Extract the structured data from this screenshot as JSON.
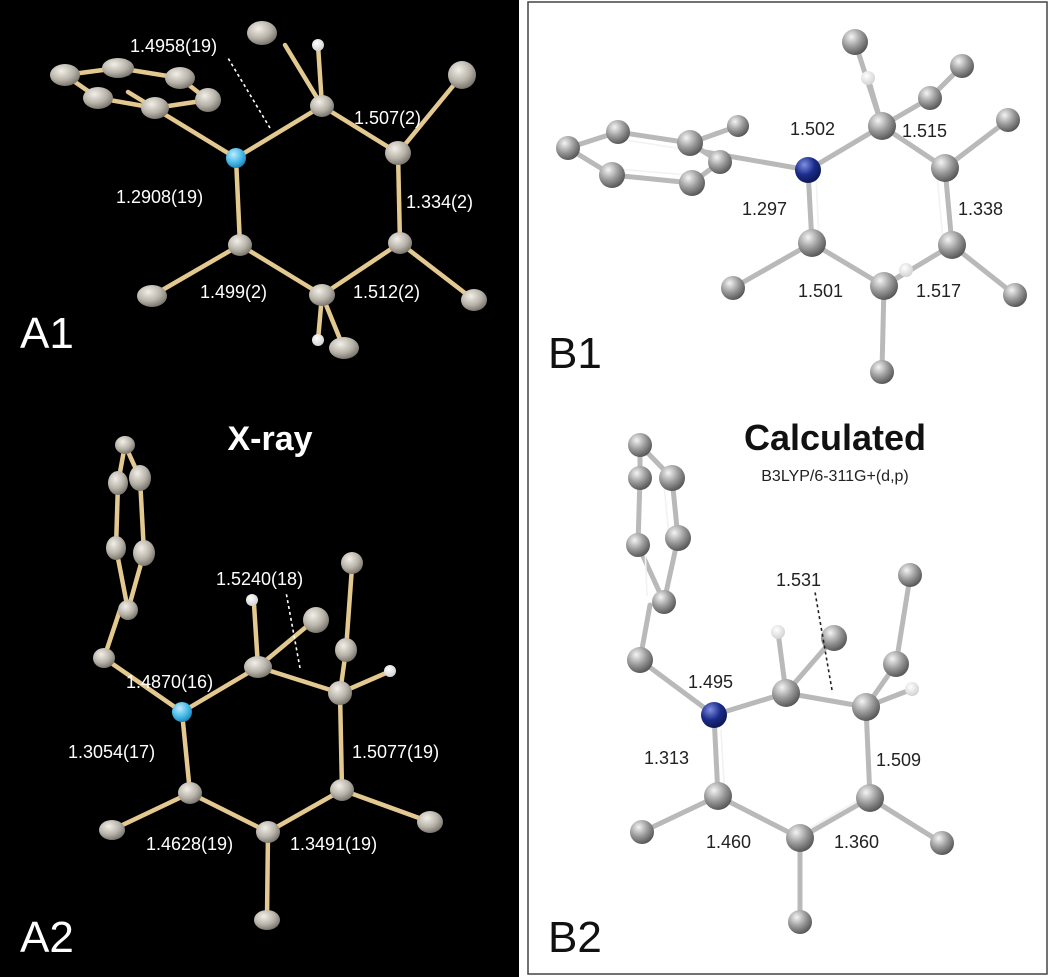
{
  "panels": {
    "a1": {
      "label": "A1"
    },
    "a2": {
      "label": "A2"
    },
    "b1": {
      "label": "B1"
    },
    "b2": {
      "label": "B2"
    }
  },
  "headings": {
    "xray": "X-ray",
    "calculated": "Calculated",
    "method": "B3LYP/6-311G+(d,p)"
  },
  "bond_lengths": {
    "a1": [
      "1.4958(19)",
      "1.507(2)",
      "1.2908(19)",
      "1.334(2)",
      "1.499(2)",
      "1.512(2)"
    ],
    "a2": [
      "1.5240(18)",
      "1.4870(16)",
      "1.3054(17)",
      "1.5077(19)",
      "1.4628(19)",
      "1.3491(19)"
    ],
    "b1": [
      "1.502",
      "1.515",
      "1.297",
      "1.338",
      "1.501",
      "1.517"
    ],
    "b2": [
      "1.531",
      "1.495",
      "1.313",
      "1.509",
      "1.460",
      "1.360"
    ]
  },
  "colors": {
    "xray_background": "#000000",
    "xray_bond": "#e3c98f",
    "xray_atom": "#b4afa6",
    "xray_nitrogen": "#3fb6e8",
    "calc_bond": "#b9b9b9",
    "calc_atom": "#8a8a8a",
    "calc_nitrogen": "#1b2c8c",
    "hydrogen": "#ffffff"
  }
}
